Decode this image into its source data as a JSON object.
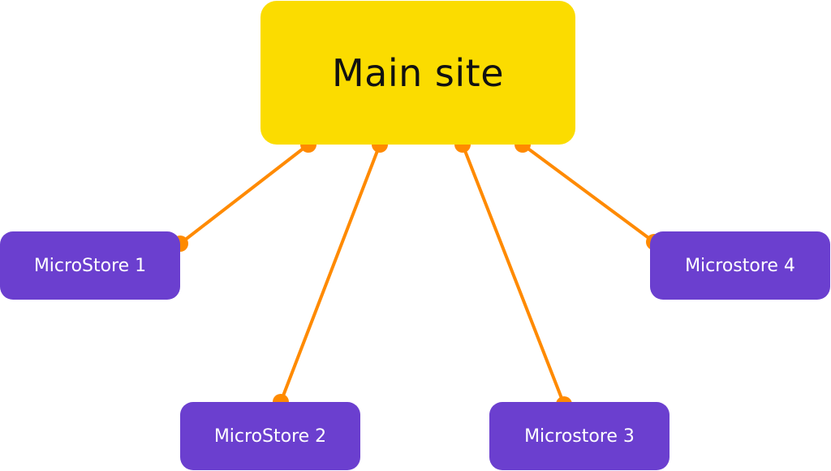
{
  "colors": {
    "main_fill": "#FBDC00",
    "main_text": "#111111",
    "store_fill": "#6B3FCF",
    "store_text": "#FFFFFF",
    "connector": "#FF8A00"
  },
  "main_node": {
    "label": "Main site"
  },
  "stores": [
    {
      "label": "MicroStore 1"
    },
    {
      "label": "MicroStore 2"
    },
    {
      "label": "Microstore 3"
    },
    {
      "label": "Microstore 4"
    }
  ]
}
